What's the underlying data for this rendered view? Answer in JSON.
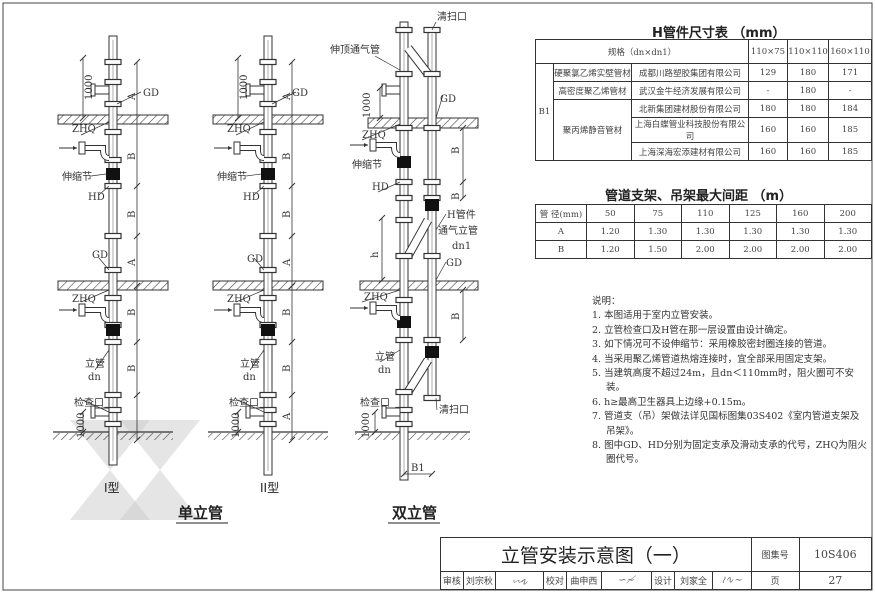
{
  "drawing": {
    "labels": {
      "gd": "GD",
      "hd": "HD",
      "zhq": "ZHQ",
      "expansion_joint": "伸缩节",
      "riser": "立管",
      "dn": "dn",
      "check_port": "检查口",
      "dim_1000": "1000",
      "dim_a": "A",
      "dim_b": "B",
      "vent_stack_top": "伸顶通气管",
      "cleanout": "清扫口",
      "h_fitting": "H管件",
      "vent_riser": "通气立管",
      "dn1": "dn1",
      "h": "h",
      "b1": "B1"
    },
    "type_1": "I型",
    "type_2": "II型",
    "single_riser_caption": "单立管",
    "double_riser_caption": "双立管"
  },
  "h_table": {
    "title": "H管件尺寸表 （mm）",
    "spec_header": "规格（dn×dn1）",
    "columns": [
      "110×75",
      "110×110",
      "160×110"
    ],
    "row_group": "B1",
    "materials": [
      "硬聚氯乙烯实壁管材",
      "高密度聚乙烯管材",
      "聚丙烯静音管材"
    ],
    "rows": [
      {
        "company": "成都川路塑胶集团有限公司",
        "values": [
          "129",
          "180",
          "171"
        ]
      },
      {
        "company": "武汉金牛经济发展有限公司",
        "values": [
          "-",
          "180",
          "-"
        ]
      },
      {
        "company": "北新集团建材股份有限公司",
        "values": [
          "180",
          "180",
          "184"
        ]
      },
      {
        "company": "上海白蝶管业科技股份有限公司",
        "values": [
          "160",
          "160",
          "185"
        ]
      },
      {
        "company": "上海深海宏添建材有限公司",
        "values": [
          "160",
          "160",
          "185"
        ]
      }
    ]
  },
  "support_table": {
    "title": "管道支架、吊架最大间距 （m）",
    "header": "管 径(mm)",
    "sizes": [
      "50",
      "75",
      "110",
      "125",
      "160",
      "200"
    ],
    "rows": [
      {
        "label": "A",
        "values": [
          "1.20",
          "1.30",
          "1.30",
          "1.30",
          "1.30",
          "1.30"
        ]
      },
      {
        "label": "B",
        "values": [
          "1.20",
          "1.50",
          "2.00",
          "2.00",
          "2.00",
          "2.00"
        ]
      }
    ]
  },
  "notes": {
    "heading": "说明：",
    "items": [
      "1. 本图适用于室内立管安装。",
      "2. 立管检查口及H管在那一层设置由设计确定。",
      "3. 如下情况可不设伸缩节：采用橡胶密封圈连接的管道。",
      "4. 当采用聚乙烯管道热熔连接时，宜全部采用固定支架。",
      "5. 当建筑高度不超过24m，且dn＜110mm时，阻火圈可不安装。",
      "6. h≥最高卫生器具上边缘+0.15m。",
      "7. 管道支（吊）架做法详见国标图集03S402《室内管道支架及吊架》。",
      "8. 图中GD、HD分别为固定支承及滑动支承的代号，ZHQ为阻火圈代号。"
    ]
  },
  "title_block": {
    "title": "立管安装示意图（一）",
    "atlas_label": "图集号",
    "atlas_no": "10S406",
    "page_label": "页",
    "page_no": "27",
    "review_label": "审核",
    "reviewer": "刘宗秋",
    "check_label": "校对",
    "checker": "曲申西",
    "design_label": "设计",
    "designer": "刘家全",
    "signatures": [
      "刘宗秋",
      "曲申西",
      "刘家全"
    ]
  }
}
